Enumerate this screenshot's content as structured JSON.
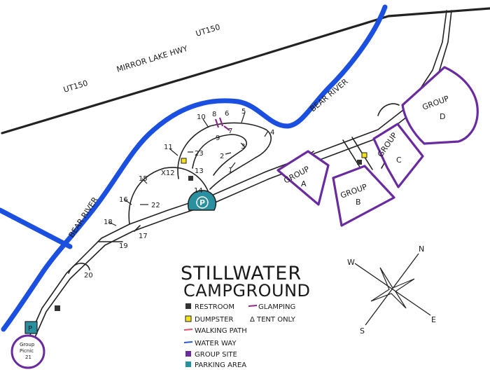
{
  "title": {
    "line1": "STILLWATER",
    "line2": "CAMPGROUND"
  },
  "colors": {
    "river": "#1a4fe0",
    "road": "#222222",
    "group_site": "#6a2aa0",
    "parking": "#2a8f9e",
    "dumpster": "#f3e21b",
    "restroom": "#333333",
    "glamping": "#8a2a8a",
    "walking_path": "#e0506a",
    "water_way": "#2a5ad8"
  },
  "roads": {
    "label1": "UT150",
    "label2": "MIRROR LAKE HWY",
    "label3": "UT150"
  },
  "rivers": {
    "label_upper": "BEAR RIVER",
    "label_left": "BEAR RIVER"
  },
  "groups": [
    {
      "line1": "GROUP",
      "line2": "A"
    },
    {
      "line1": "GROUP",
      "line2": "B"
    },
    {
      "line1": "GROUP",
      "line2": "C"
    },
    {
      "line1": "GROUP",
      "line2": "D"
    }
  ],
  "group_picnic": {
    "line1": "Group",
    "line2": "Picnic",
    "line3": "21"
  },
  "parking_symbol": "P",
  "sites": [
    "1",
    "2",
    "3",
    "4",
    "5",
    "6",
    "7",
    "8",
    "9",
    "10",
    "11",
    "X12",
    "13",
    "14",
    "15",
    "16",
    "17",
    "18",
    "19",
    "20",
    "22",
    "23"
  ],
  "legend": {
    "restroom": "RESTROOM",
    "dumpster": "DUMPSTER",
    "walking_path": "WALKING PATH",
    "water_way": "WATER WAY",
    "group_site": "GROUP SITE",
    "parking": "PARKING AREA",
    "glamping": "GLAMPING",
    "tent_only": "TENT ONLY",
    "tent_symbol": "Δ"
  },
  "compass": {
    "n": "N",
    "e": "E",
    "s": "S",
    "w": "W"
  }
}
